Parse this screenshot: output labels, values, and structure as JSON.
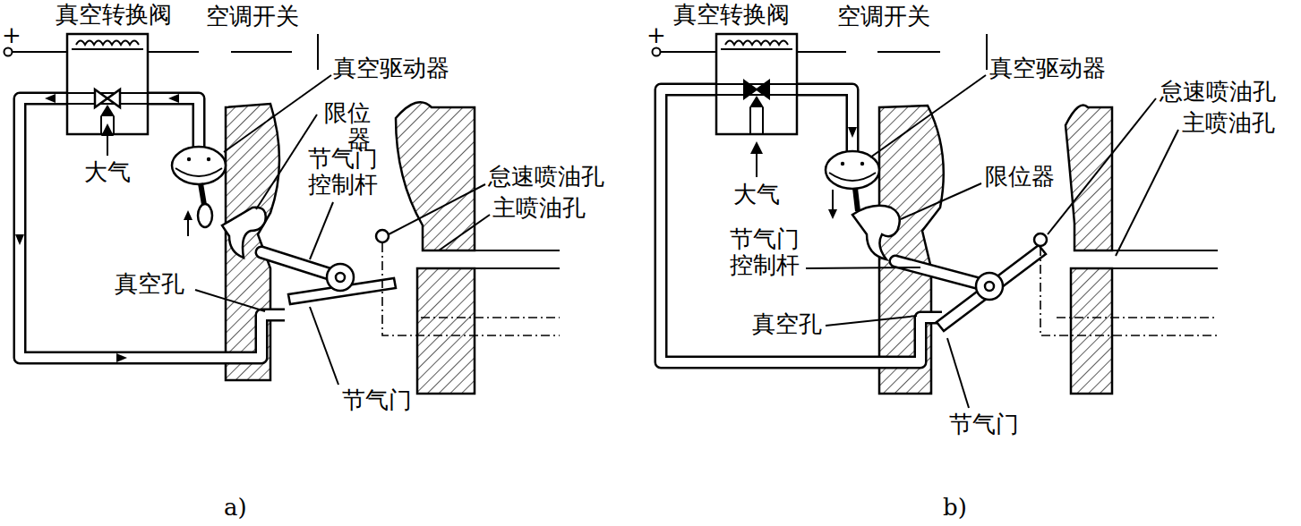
{
  "diagram": {
    "labels": [
      "+",
      "真空转换阀",
      "空调开关",
      "真空驱动器",
      "限位 器",
      "节气门 控制杆",
      "大气",
      "怠速喷油孔",
      "主喷油孔",
      "真空孔",
      "节气门",
      "a)",
      "+",
      "真空转换阀",
      "空调开关",
      "真空驱动器",
      "怠速喷油孔",
      "主喷油孔",
      "限位器",
      "大气",
      "节气门 控制杆",
      "真空孔",
      "节气门",
      "b)"
    ]
  }
}
